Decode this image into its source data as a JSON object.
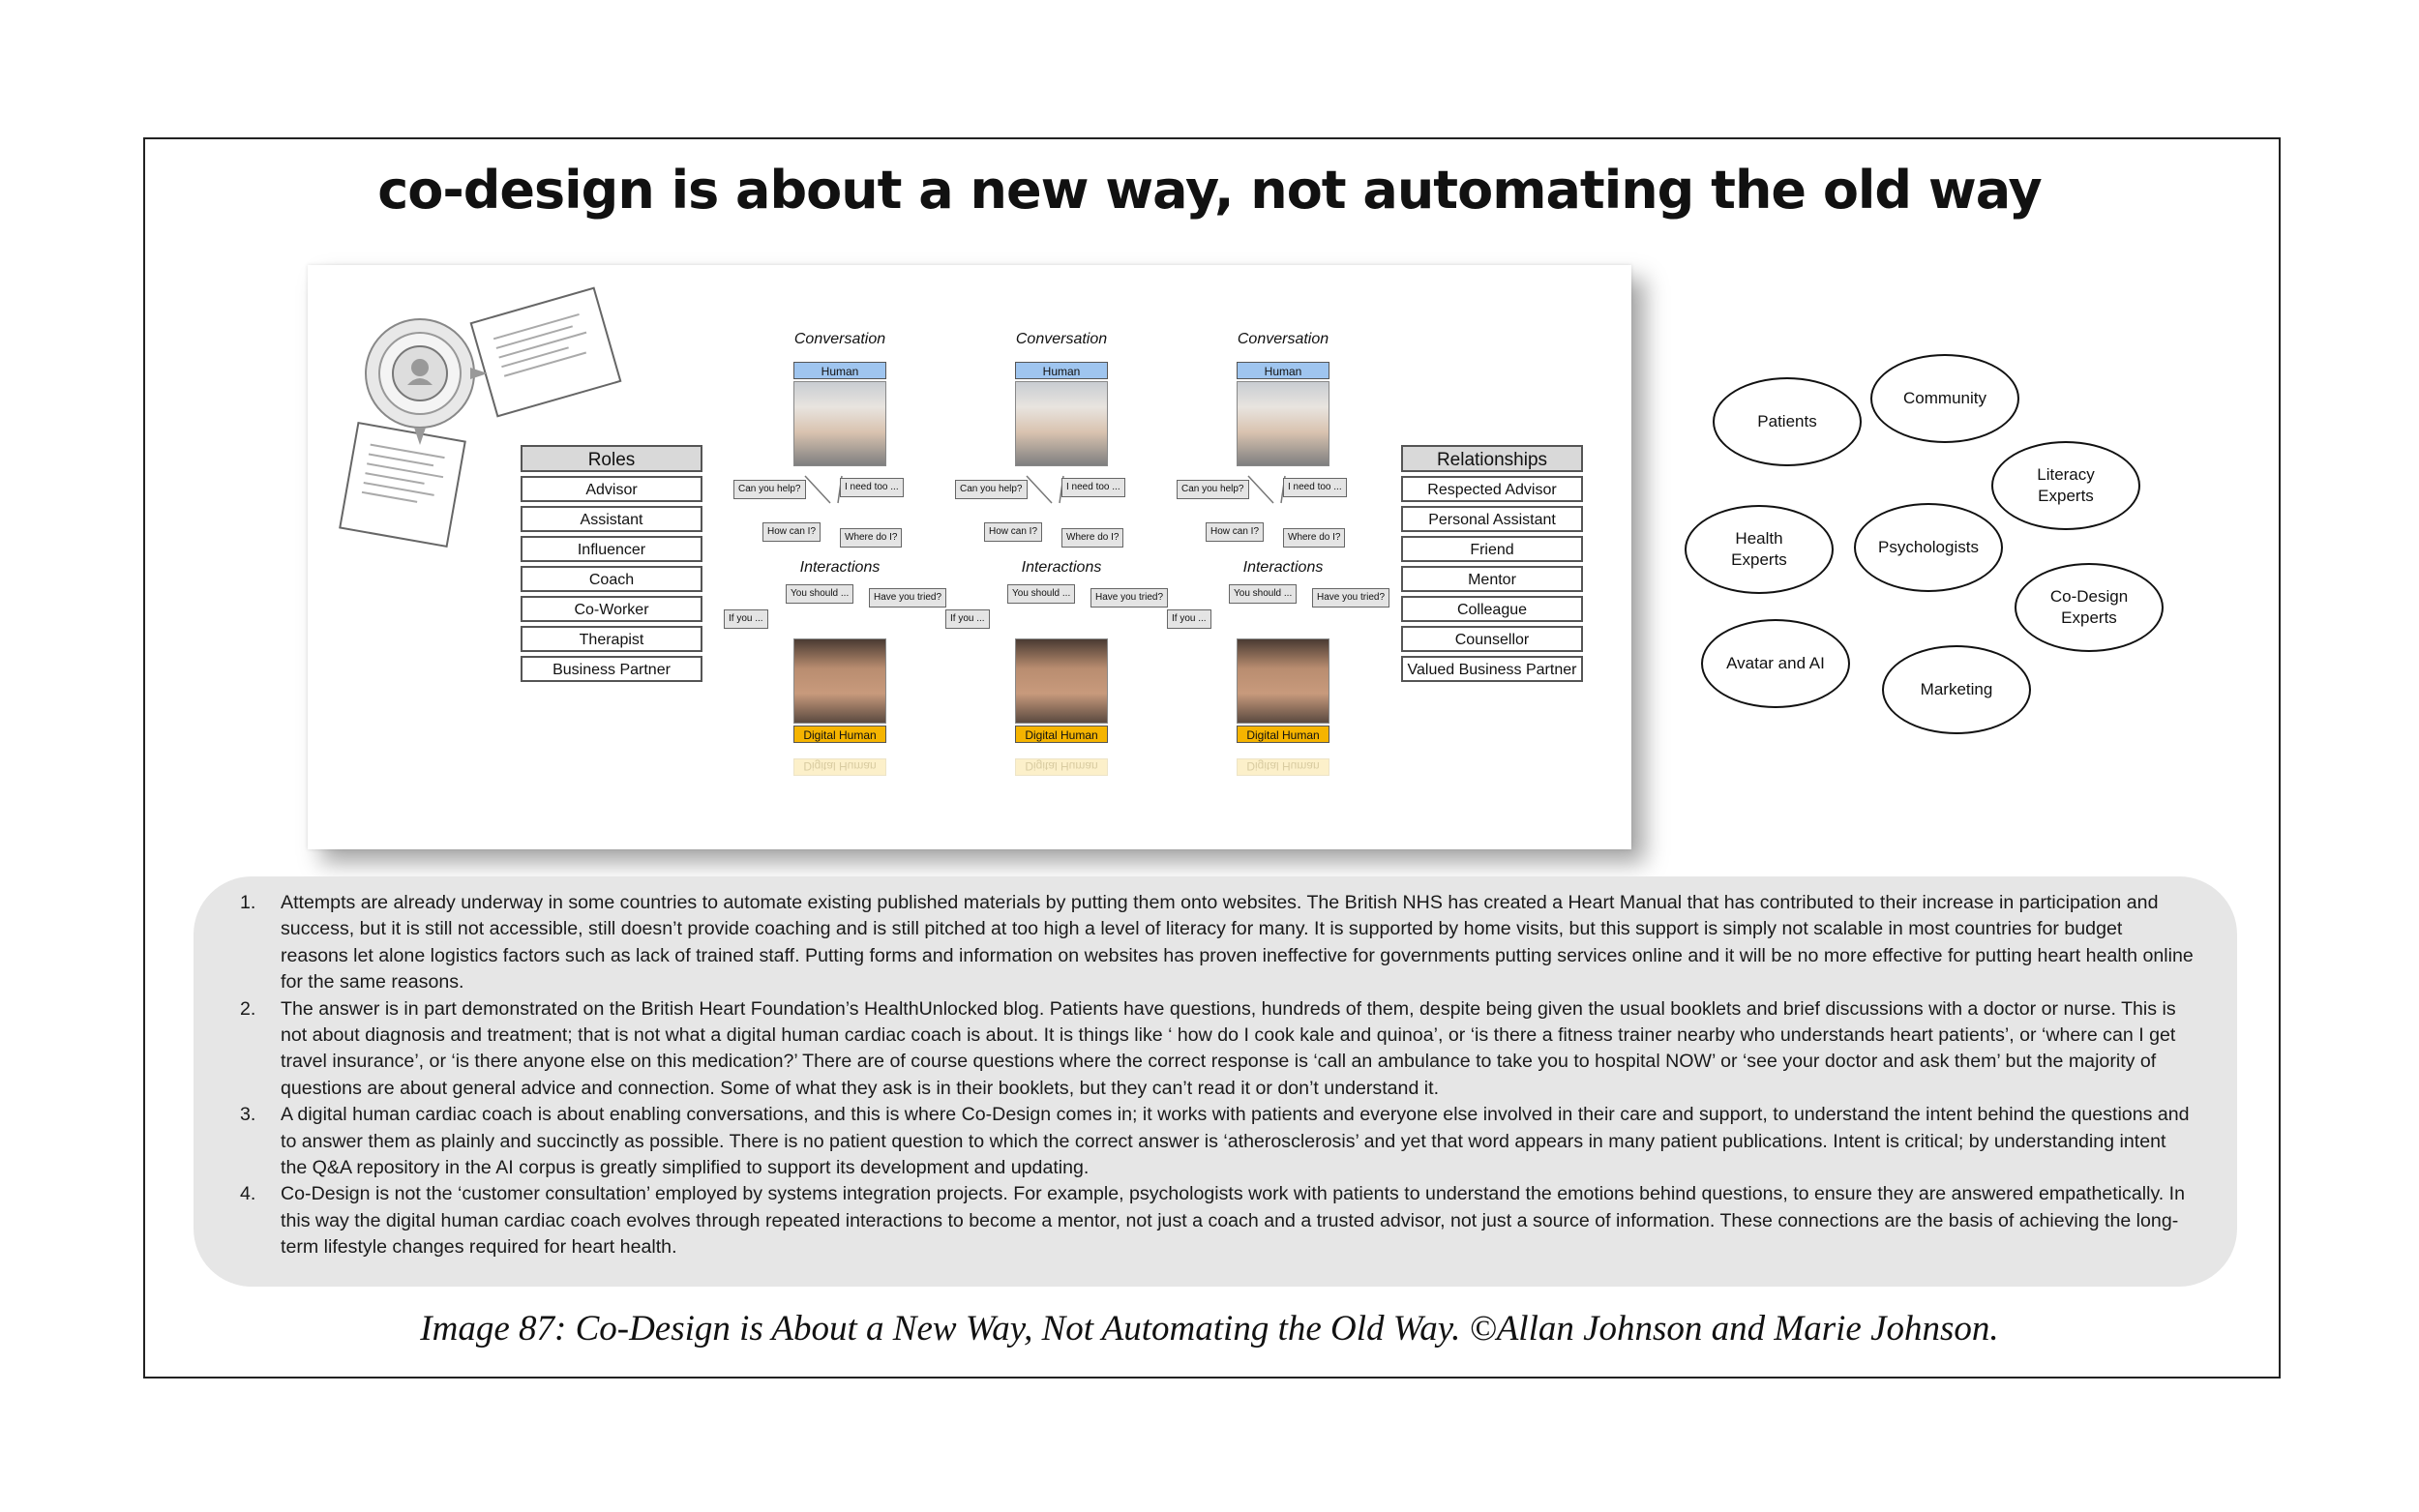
{
  "title": "co-design is about a new way, not automating the old way",
  "diagram": {
    "roles_header": "Roles",
    "roles": [
      "Advisor",
      "Assistant",
      "Influencer",
      "Coach",
      "Co-Worker",
      "Therapist",
      "Business Partner"
    ],
    "relationships_header": "Relationships",
    "relationships": [
      "Respected Advisor",
      "Personal Assistant",
      "Friend",
      "Mentor",
      "Colleague",
      "Counsellor",
      "Valued Business Partner"
    ],
    "columns": [
      {
        "conversation": "Conversation",
        "human": "Human",
        "interactions": "Interactions",
        "digital_human": "Digital Human"
      },
      {
        "conversation": "Conversation",
        "human": "Human",
        "interactions": "Interactions",
        "digital_human": "Digital Human"
      },
      {
        "conversation": "Conversation",
        "human": "Human",
        "interactions": "Interactions",
        "digital_human": "Digital Human"
      }
    ],
    "bubbles": {
      "can_you_help": "Can you help?",
      "i_need_too": "I need too ...",
      "how_can_i": "How can I?",
      "where_do_i": "Where do I?",
      "you_should": "You should ...",
      "have_you_tried": "Have you tried?",
      "if_you": "If you ..."
    }
  },
  "stakeholders": [
    "Patients",
    "Community",
    "Literacy Experts",
    "Health Experts",
    "Psychologists",
    "Co-Design Experts",
    "Avatar and AI",
    "Marketing"
  ],
  "notes": [
    {
      "num": "1.",
      "text": "Attempts are already underway in some countries to automate existing published materials by putting them onto websites.  The British NHS has created a Heart Manual that has contributed to their increase in participation and success, but it is still not accessible, still doesn’t provide coaching and is still pitched at too high a level of literacy for many.  It is supported by home visits, but this support is simply not scalable in most countries for budget reasons let alone logistics factors such as lack of trained staff.   Putting forms and information on websites has proven ineffective for governments putting services online and it will be no more effective for putting heart health online for the same reasons."
    },
    {
      "num": "2.",
      "text": "The answer is in part demonstrated on the British Heart Foundation’s HealthUnlocked blog.  Patients have questions, hundreds of them, despite being given the usual booklets and brief discussions with a doctor or nurse.  This is not about diagnosis and treatment; that is not what a digital human cardiac coach is about.  It is things like ‘ how do I cook kale and quinoa’, or ‘is there a fitness trainer nearby who understands heart patients’, or ‘where can I get travel insurance’, or ‘is there anyone else on this medication?’  There are of course questions where the correct response is ‘call an ambulance to take you to hospital NOW’ or ‘see your doctor and ask them’ but the majority of questions are about general advice and connection.  Some of what they ask is in their booklets, but they can’t read it or don’t understand it."
    },
    {
      "num": "3.",
      "text": "A digital human cardiac coach is about enabling conversations, and this is where Co-Design comes in; it works with patients and everyone else involved in their care and support, to understand the intent behind the questions and to answer them as plainly and succinctly as possible.  There is no patient question to which the correct answer is ‘atherosclerosis’ and yet that word appears in many patient publications.  Intent is critical; by understanding intent the Q&A repository in the AI corpus is greatly simplified to support its development and updating."
    },
    {
      "num": "4.",
      "text": "Co-Design is not the ‘customer consultation’ employed by systems integration projects.  For example, psychologists work with patients to understand the emotions behind questions, to ensure they are answered empathetically.  In this way the digital human cardiac coach  evolves through repeated interactions to become a mentor, not just a coach and a trusted advisor, not just a source of information.  These connections are the basis of achieving the long-term lifestyle changes required for heart health."
    }
  ],
  "caption": "Image 87: Co-Design is About a New Way, Not Automating the Old Way. ©Allan Johnson and Marie Johnson."
}
